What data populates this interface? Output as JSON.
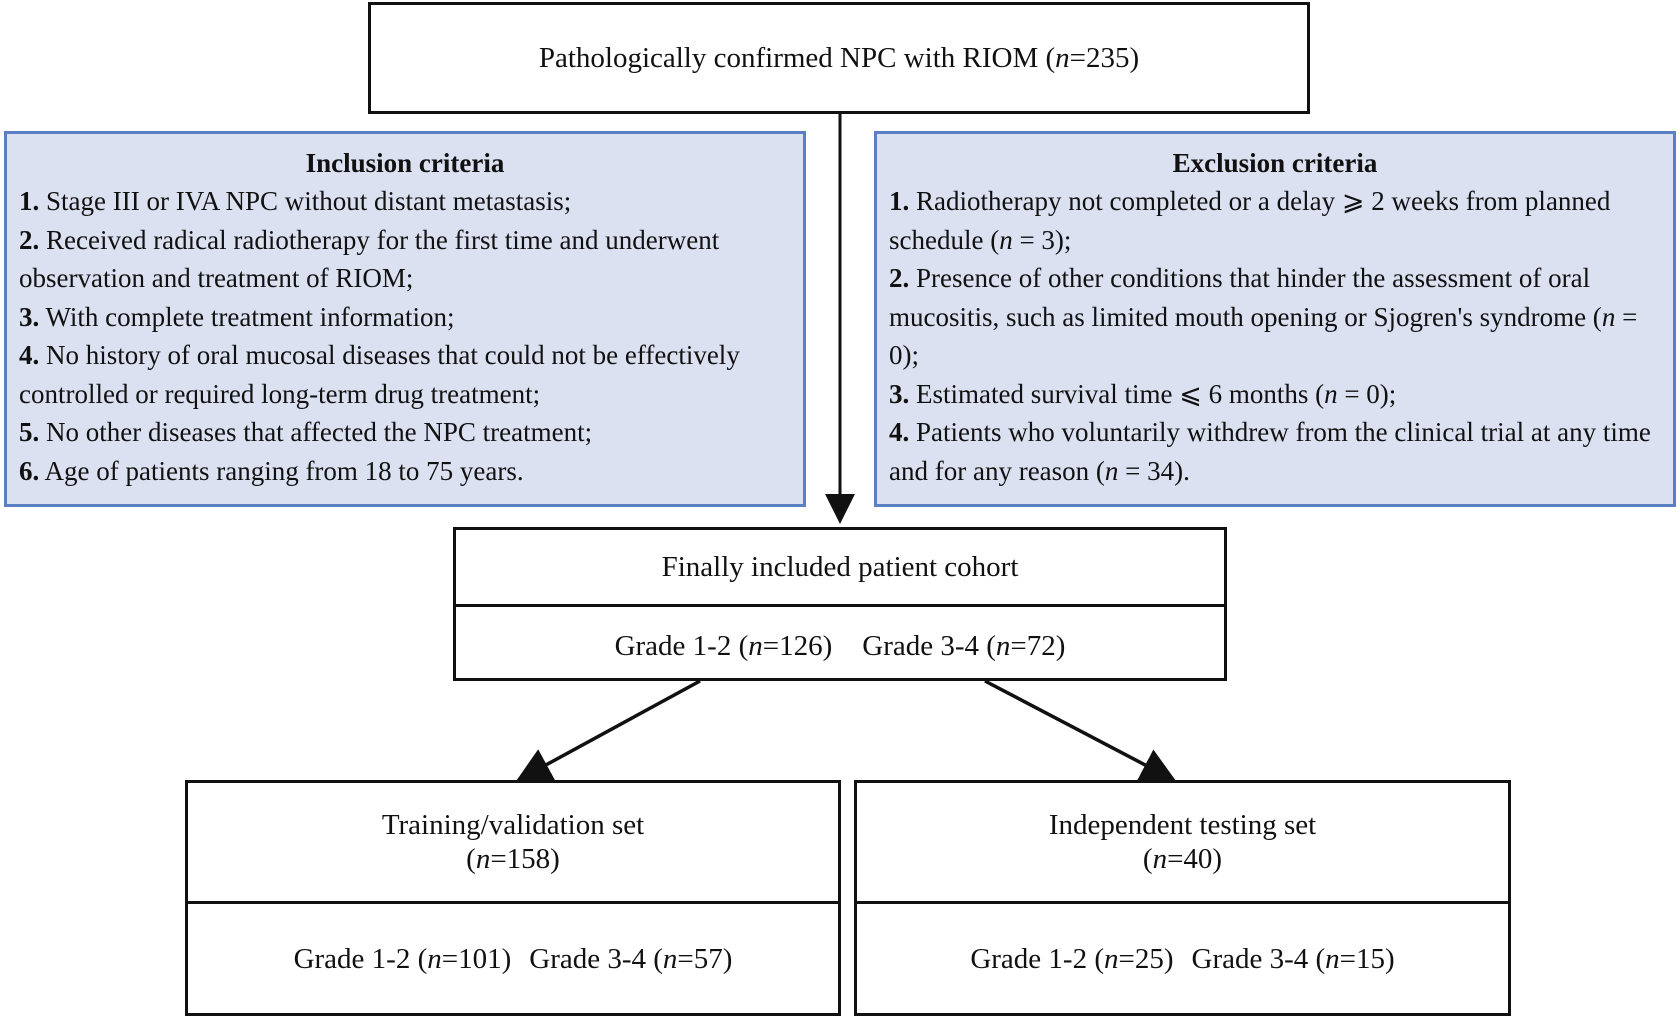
{
  "top": {
    "prefix": "Pathologically confirmed NPC with RIOM (",
    "n_label": "n",
    "suffix": "=235)"
  },
  "inclusion": {
    "title": "Inclusion criteria",
    "items": [
      {
        "num": "1.",
        "text": " Stage III or IVA NPC without distant metastasis;"
      },
      {
        "num": "2.",
        "text": " Received radical radiotherapy for the first time and underwent observation and treatment of RIOM;"
      },
      {
        "num": "3.",
        "text": " With complete treatment information;"
      },
      {
        "num": "4.",
        "text": " No history of oral mucosal diseases that could not be effectively controlled or required long-term drug treatment;"
      },
      {
        "num": "5.",
        "text": " No other diseases that affected the NPC treatment;"
      },
      {
        "num": "6.",
        "text": " Age of patients ranging from 18 to 75 years."
      }
    ]
  },
  "exclusion": {
    "title": "Exclusion criteria",
    "items": [
      {
        "num": "1.",
        "pre": " Radiotherapy not completed or a delay ⩾ 2 weeks from planned schedule (",
        "n": "n",
        "post": " = 3);"
      },
      {
        "num": "2.",
        "pre": " Presence of other conditions that hinder the assessment of oral mucositis, such as limited mouth opening or Sjogren's syndrome (",
        "n": "n",
        "post": " = 0);"
      },
      {
        "num": "3.",
        "pre": " Estimated survival time ⩽ 6 months (",
        "n": "n",
        "post": " = 0);"
      },
      {
        "num": "4.",
        "pre": " Patients who voluntarily withdrew from the clinical trial at any time and for any reason (",
        "n": "n",
        "post": " = 34)."
      }
    ]
  },
  "cohort": {
    "title": "Finally included patient cohort",
    "g12_prefix": "Grade 1-2 (",
    "g12_n": "n",
    "g12_suffix": "=126)",
    "g34_prefix": "Grade 3-4 (",
    "g34_n": "n",
    "g34_suffix": "=72)"
  },
  "training": {
    "title": "Training/validation set",
    "count_prefix": "(",
    "count_n": "n",
    "count_suffix": "=158)",
    "g12_prefix": "Grade 1-2 (",
    "g12_n": "n",
    "g12_suffix": "=101)",
    "g34_prefix": "Grade 3-4 (",
    "g34_n": "n",
    "g34_suffix": "=57)"
  },
  "testing": {
    "title": "Independent testing set",
    "count_prefix": "(",
    "count_n": "n",
    "count_suffix": "=40)",
    "g12_prefix": "Grade 1-2 (",
    "g12_n": "n",
    "g12_suffix": "=25)",
    "g34_prefix": "Grade 3-4 (",
    "g34_n": "n",
    "g34_suffix": "=15)"
  }
}
